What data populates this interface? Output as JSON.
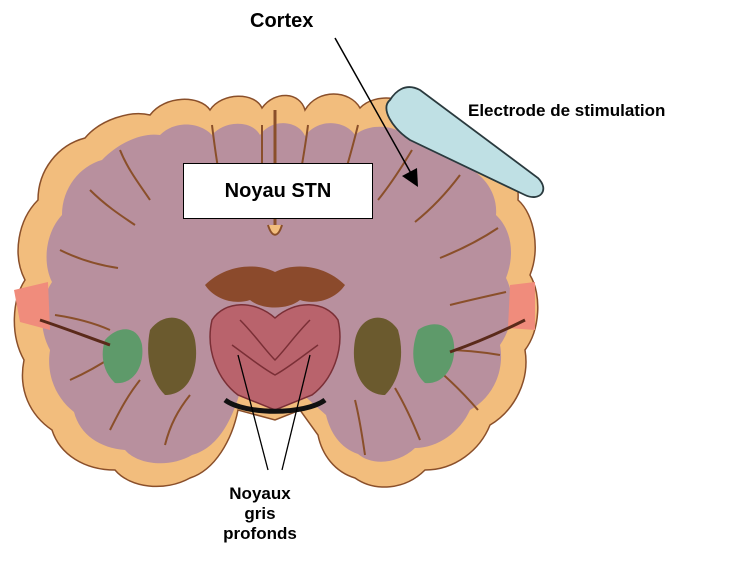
{
  "labels": {
    "cortex": "Cortex",
    "electrode": "Electrode de stimulation",
    "stn": "Noyau STN",
    "deep_nuclei": [
      "Noyaux",
      "gris",
      "profonds"
    ]
  },
  "colors": {
    "cortex_orange": "#f2bd7d",
    "white_matter": "#b8909e",
    "gyrus_line": "#8a4f2a",
    "deep_nuclei_red": "#b9636c",
    "thalamus_brown": "#8b4a2c",
    "putamen_olive": "#6b5a2e",
    "insula_green": "#5e9a6a",
    "salmon": "#f08c7c",
    "electrode_fill": "#bfe0e4",
    "electrode_stroke": "#2a3a3e"
  }
}
